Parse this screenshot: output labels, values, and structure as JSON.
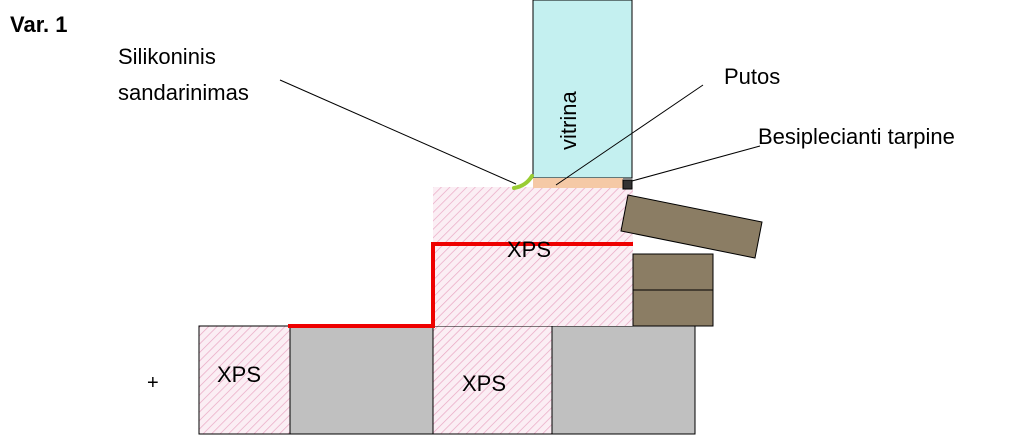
{
  "title": "Var. 1",
  "labels": {
    "silicone_line1": "Silikoninis",
    "silicone_line2": "sandarinimas",
    "foam": "Putos",
    "tape": "Besiplecianti tarpine",
    "vitrina": "vitrina",
    "xps_top": "XPS",
    "xps_bottom_left": "XPS",
    "xps_bottom_mid": "XPS",
    "plus": "+"
  },
  "colors": {
    "background": "#ffffff",
    "glass": "#c4f0f0",
    "xps_hatch_bg": "#fbeef4",
    "xps_hatch_line": "#e9a6c2",
    "concrete": "#c0c0c0",
    "timber": "#8b7d64",
    "membrane": "#ee0000",
    "silicone": "#99cc33",
    "foam": "#f5c9a6",
    "tape": "#333333",
    "outline": "#000000"
  }
}
